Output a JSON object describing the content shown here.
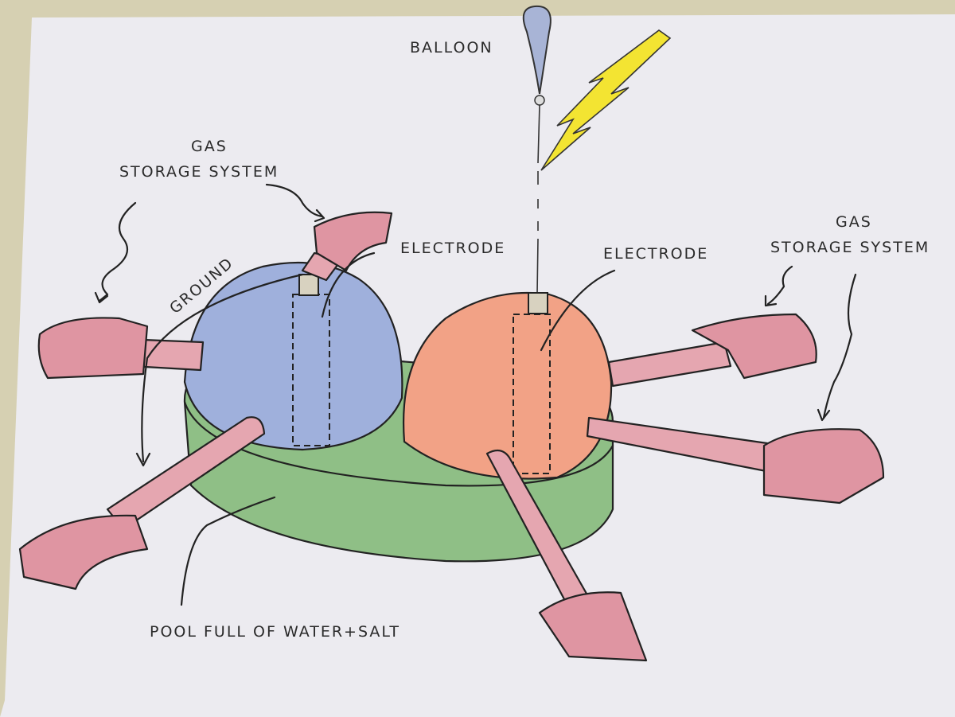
{
  "labels": {
    "balloon": "BALLOON",
    "gas_storage_left_line1": "GAS",
    "gas_storage_left_line2": "STORAGE SYSTEM",
    "gas_storage_right_line1": "GAS",
    "gas_storage_right_line2": "STORAGE SYSTEM",
    "electrode_left": "ELECTRODE",
    "electrode_right": "ELECTRODE",
    "ground": "GROUND",
    "pool": "POOL FULL OF WATER+SALT"
  },
  "colors": {
    "paper": "#ecebf0",
    "blue_dome": "#9fb0dc",
    "orange_dome": "#f2a286",
    "pool_green": "#8fbf86",
    "pipe_pink": "#e5a6b0",
    "lightning": "#f3e432"
  }
}
